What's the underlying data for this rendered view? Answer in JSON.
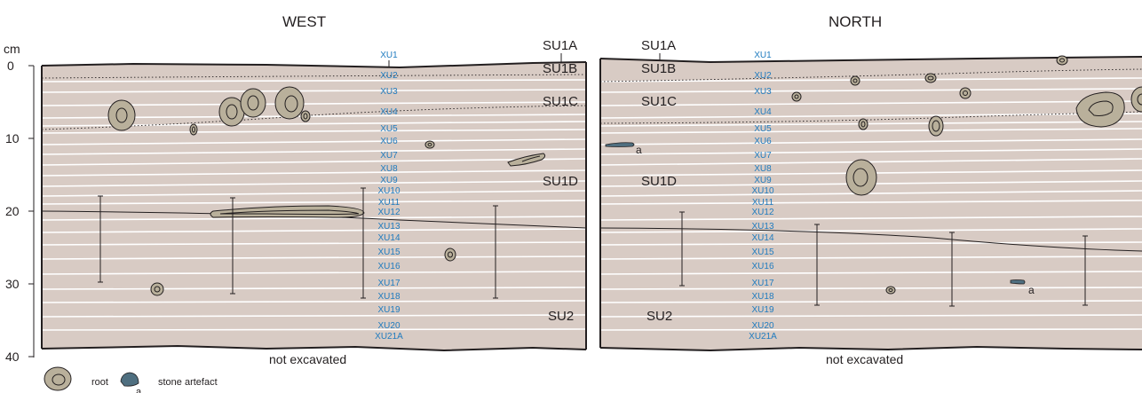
{
  "panels": {
    "west": {
      "title": "WEST",
      "not_excavated": "not excavated",
      "su_labels": {
        "su1a": "SU1A",
        "su1b": "SU1B",
        "su1c": "SU1C",
        "su1d": "SU1D",
        "su2": "SU2"
      },
      "artefact_letter": null
    },
    "north": {
      "title": "NORTH",
      "not_excavated": "not excavated",
      "su_labels": {
        "su1a": "SU1A",
        "su1b": "SU1B",
        "su1c": "SU1C",
        "su1d": "SU1D",
        "su2": "SU2"
      },
      "artefact_letter": "a"
    }
  },
  "depth_axis": {
    "unit": "cm",
    "ticks": [
      "0",
      "10",
      "20",
      "30",
      "40"
    ]
  },
  "excavation_units": [
    "XU1",
    "XU2",
    "XU3",
    "XU4",
    "XU5",
    "XU6",
    "XU7",
    "XU8",
    "XU9",
    "XU10",
    "XU11",
    "XU12",
    "XU13",
    "XU14",
    "XU15",
    "XU16",
    "XU17",
    "XU18",
    "XU19",
    "XU20",
    "XU21A"
  ],
  "legend": {
    "root_label": "root",
    "stone_label": "stone artefact",
    "stone_letter": "a"
  },
  "colors": {
    "sediment": "#d8cbc4",
    "root_fill": "#b9b09b",
    "stone_fill": "#4f6f80",
    "xu_text": "#1f7bbf",
    "outline": "#231f20"
  }
}
